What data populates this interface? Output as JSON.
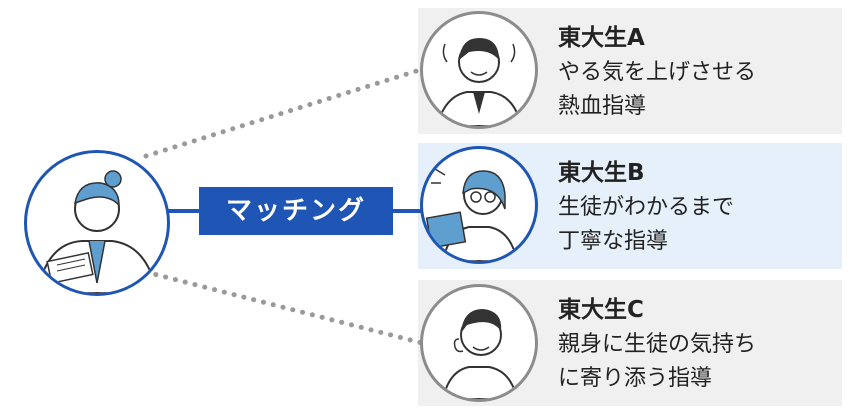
{
  "match_label": "マッチング",
  "tutors": [
    {
      "name": "東大生A",
      "lines": [
        "やる気を上げさせる",
        "熱血指導"
      ]
    },
    {
      "name": "東大生B",
      "lines": [
        "生徒がわかるまで",
        "丁寧な指導"
      ]
    },
    {
      "name": "東大生C",
      "lines": [
        "親身に生徒の気持ち",
        "に寄り添う指導"
      ]
    }
  ],
  "colors": {
    "accent": "#1f56b5",
    "card_gray": "#f0f0f0",
    "card_highlight": "#e6f0fa",
    "dotted_line": "#9a9a9a"
  },
  "icons": [
    "student-avatar-icon",
    "tutor-a-avatar-icon",
    "tutor-b-avatar-icon",
    "tutor-c-avatar-icon"
  ]
}
